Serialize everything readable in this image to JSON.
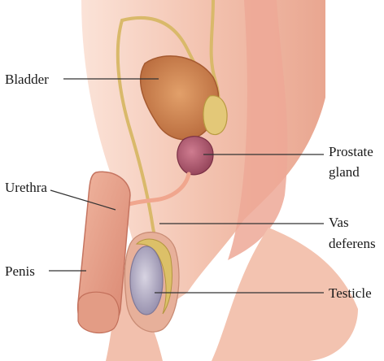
{
  "labels": {
    "bladder": "Bladder",
    "prostate_line1": "Prostate",
    "prostate_line2": "gland",
    "urethra": "Urethra",
    "vas_line1": "Vas",
    "vas_line2": "deferens",
    "penis": "Penis",
    "testicle": "Testicle"
  },
  "colors": {
    "skin": "#f5c6b4",
    "skin_dark": "#e6a58f",
    "body_wall": "#eda896",
    "bladder": "#c9784a",
    "prostate": "#b0556b",
    "duct": "#d9b96a",
    "testicle": "#b9b3c9",
    "leader": "#333333"
  }
}
